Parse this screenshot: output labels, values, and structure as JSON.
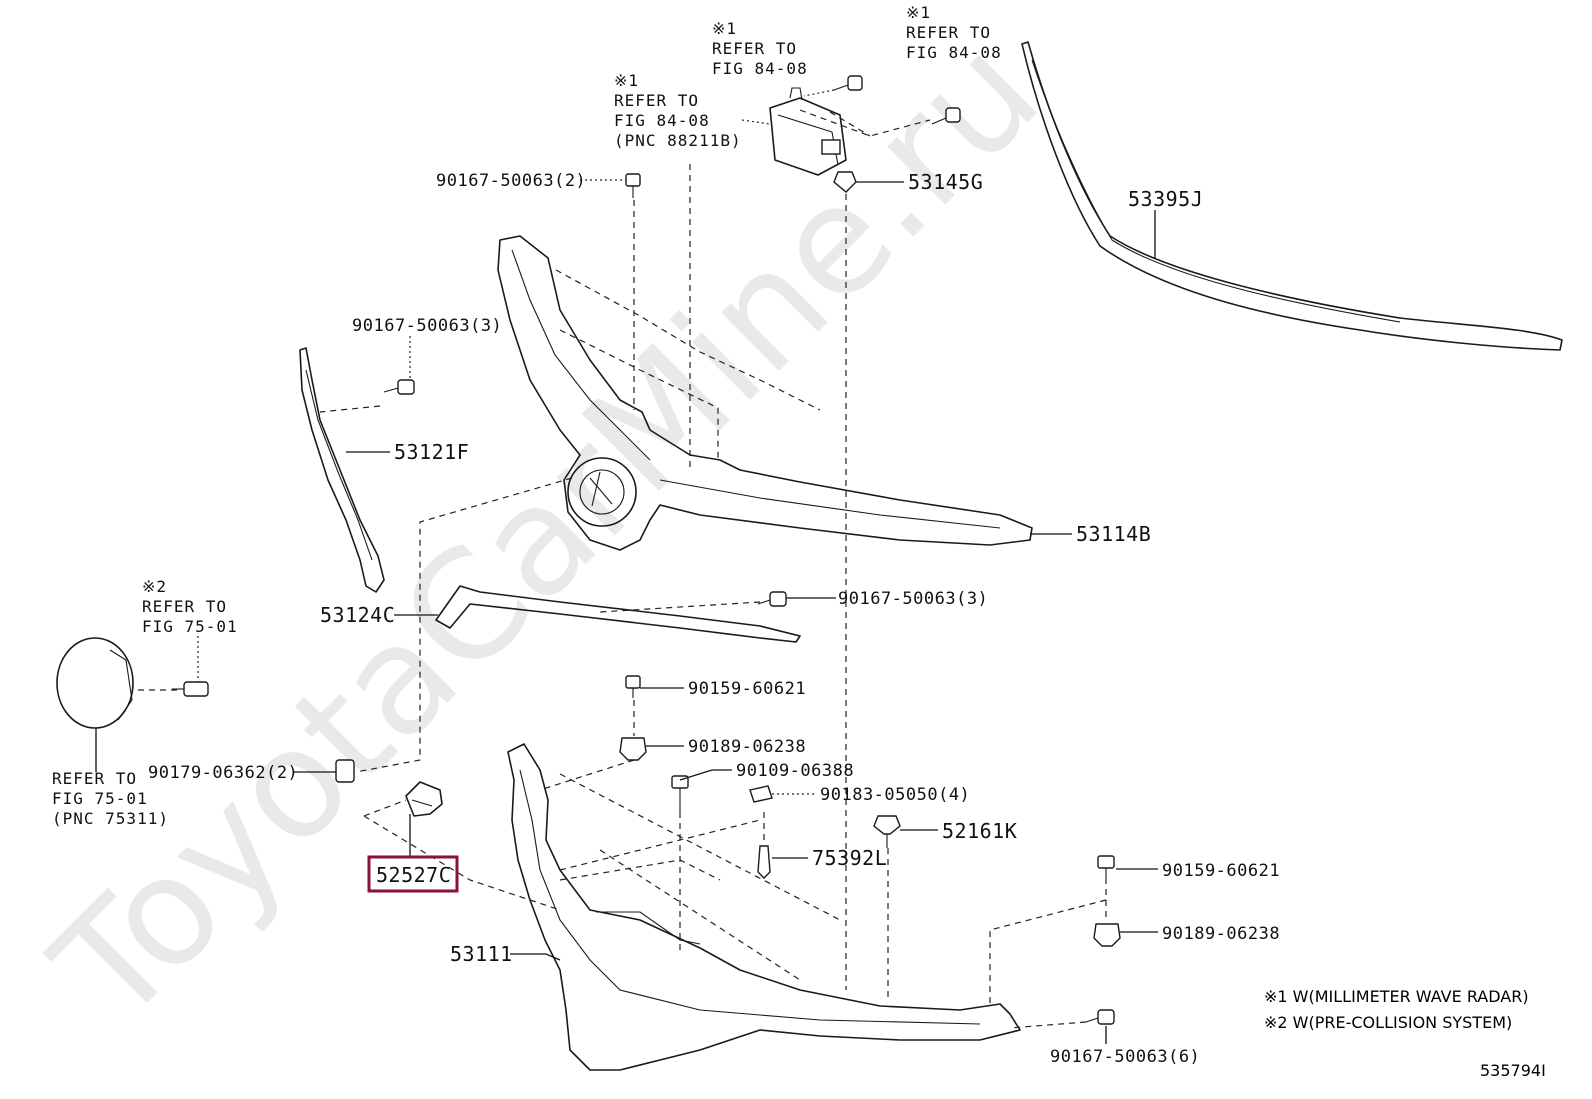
{
  "watermark": "ToyotaCarMine.ru",
  "figure_number": "535794I",
  "notes": {
    "note1": "※1 W(MILLIMETER WAVE RADAR)",
    "note2": "※2 W(PRE-COLLISION SYSTEM)"
  },
  "refs": {
    "radar_bolt_ref": [
      "※1",
      "REFER TO",
      "FIG 84-08"
    ],
    "radar_bolt_ref_right": [
      "※1",
      "REFER TO",
      "FIG 84-08"
    ],
    "radar_sensor_ref": [
      "※1",
      "REFER TO",
      "FIG 84-08",
      "(PNC 88211B)"
    ],
    "sensor_cover_bolt_ref": [
      "※2",
      "REFER TO",
      "FIG 75-01"
    ],
    "sensor_cover_ref": [
      "REFER TO",
      "FIG 75-01",
      "(PNC 75311)"
    ]
  },
  "parts": {
    "p_90167_top": "90167-50063(2)",
    "p_53145G": "53145G",
    "p_53395J": "53395J",
    "p_90167_left": "90167-50063(3)",
    "p_53121F": "53121F",
    "p_53114B": "53114B",
    "p_53124C": "53124C",
    "p_90167_mid": "90167-50063(3)",
    "p_90159_a": "90159-60621",
    "p_90189_a": "90189-06238",
    "p_90179": "90179-06362(2)",
    "p_90109": "90109-06388",
    "p_90183": "90183-05050(4)",
    "p_52161K": "52161K",
    "p_52527C": "52527C",
    "p_75392L": "75392L",
    "p_53111": "53111",
    "p_90159_b": "90159-60621",
    "p_90189_b": "90189-06238",
    "p_90167_bottom": "90167-50063(6)"
  },
  "highlight": {
    "part": "52527C",
    "color": "#8a1238"
  }
}
